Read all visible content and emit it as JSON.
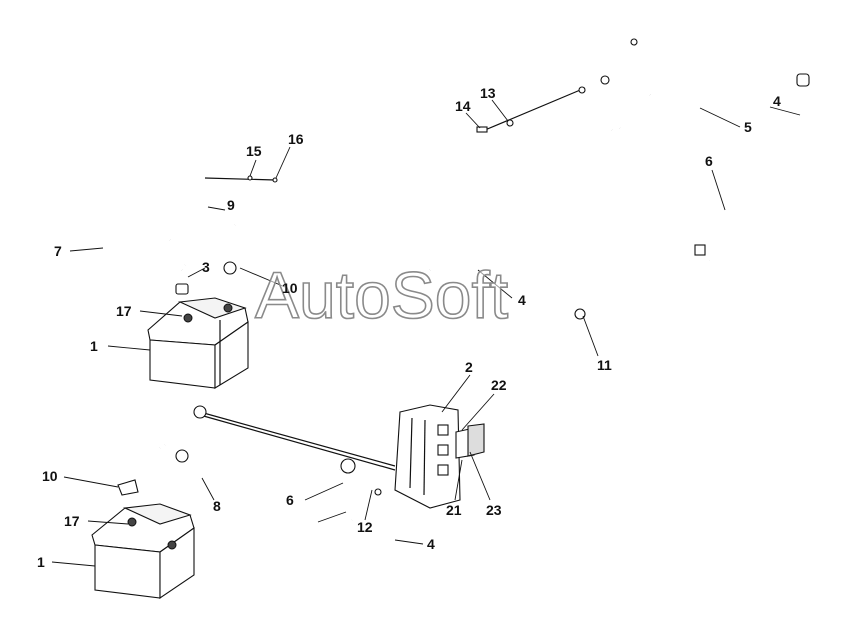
{
  "watermark": {
    "text": "AutoSoft"
  },
  "callouts": {
    "c1_top": "1",
    "c1_bottom": "1",
    "c2": "2",
    "c3": "3",
    "c4_right_top": "4",
    "c4_mid": "4",
    "c4_bottom": "4",
    "c5": "5",
    "c6_right": "6",
    "c6_bottom": "6",
    "c7": "7",
    "c8": "8",
    "c9": "9",
    "c10_top": "10",
    "c10_bottom": "10",
    "c11": "11",
    "c12": "12",
    "c13": "13",
    "c14": "14",
    "c15": "15",
    "c16": "16",
    "c17_top": "17",
    "c17_bottom": "17",
    "c21": "21",
    "c22": "22",
    "c23": "23"
  }
}
